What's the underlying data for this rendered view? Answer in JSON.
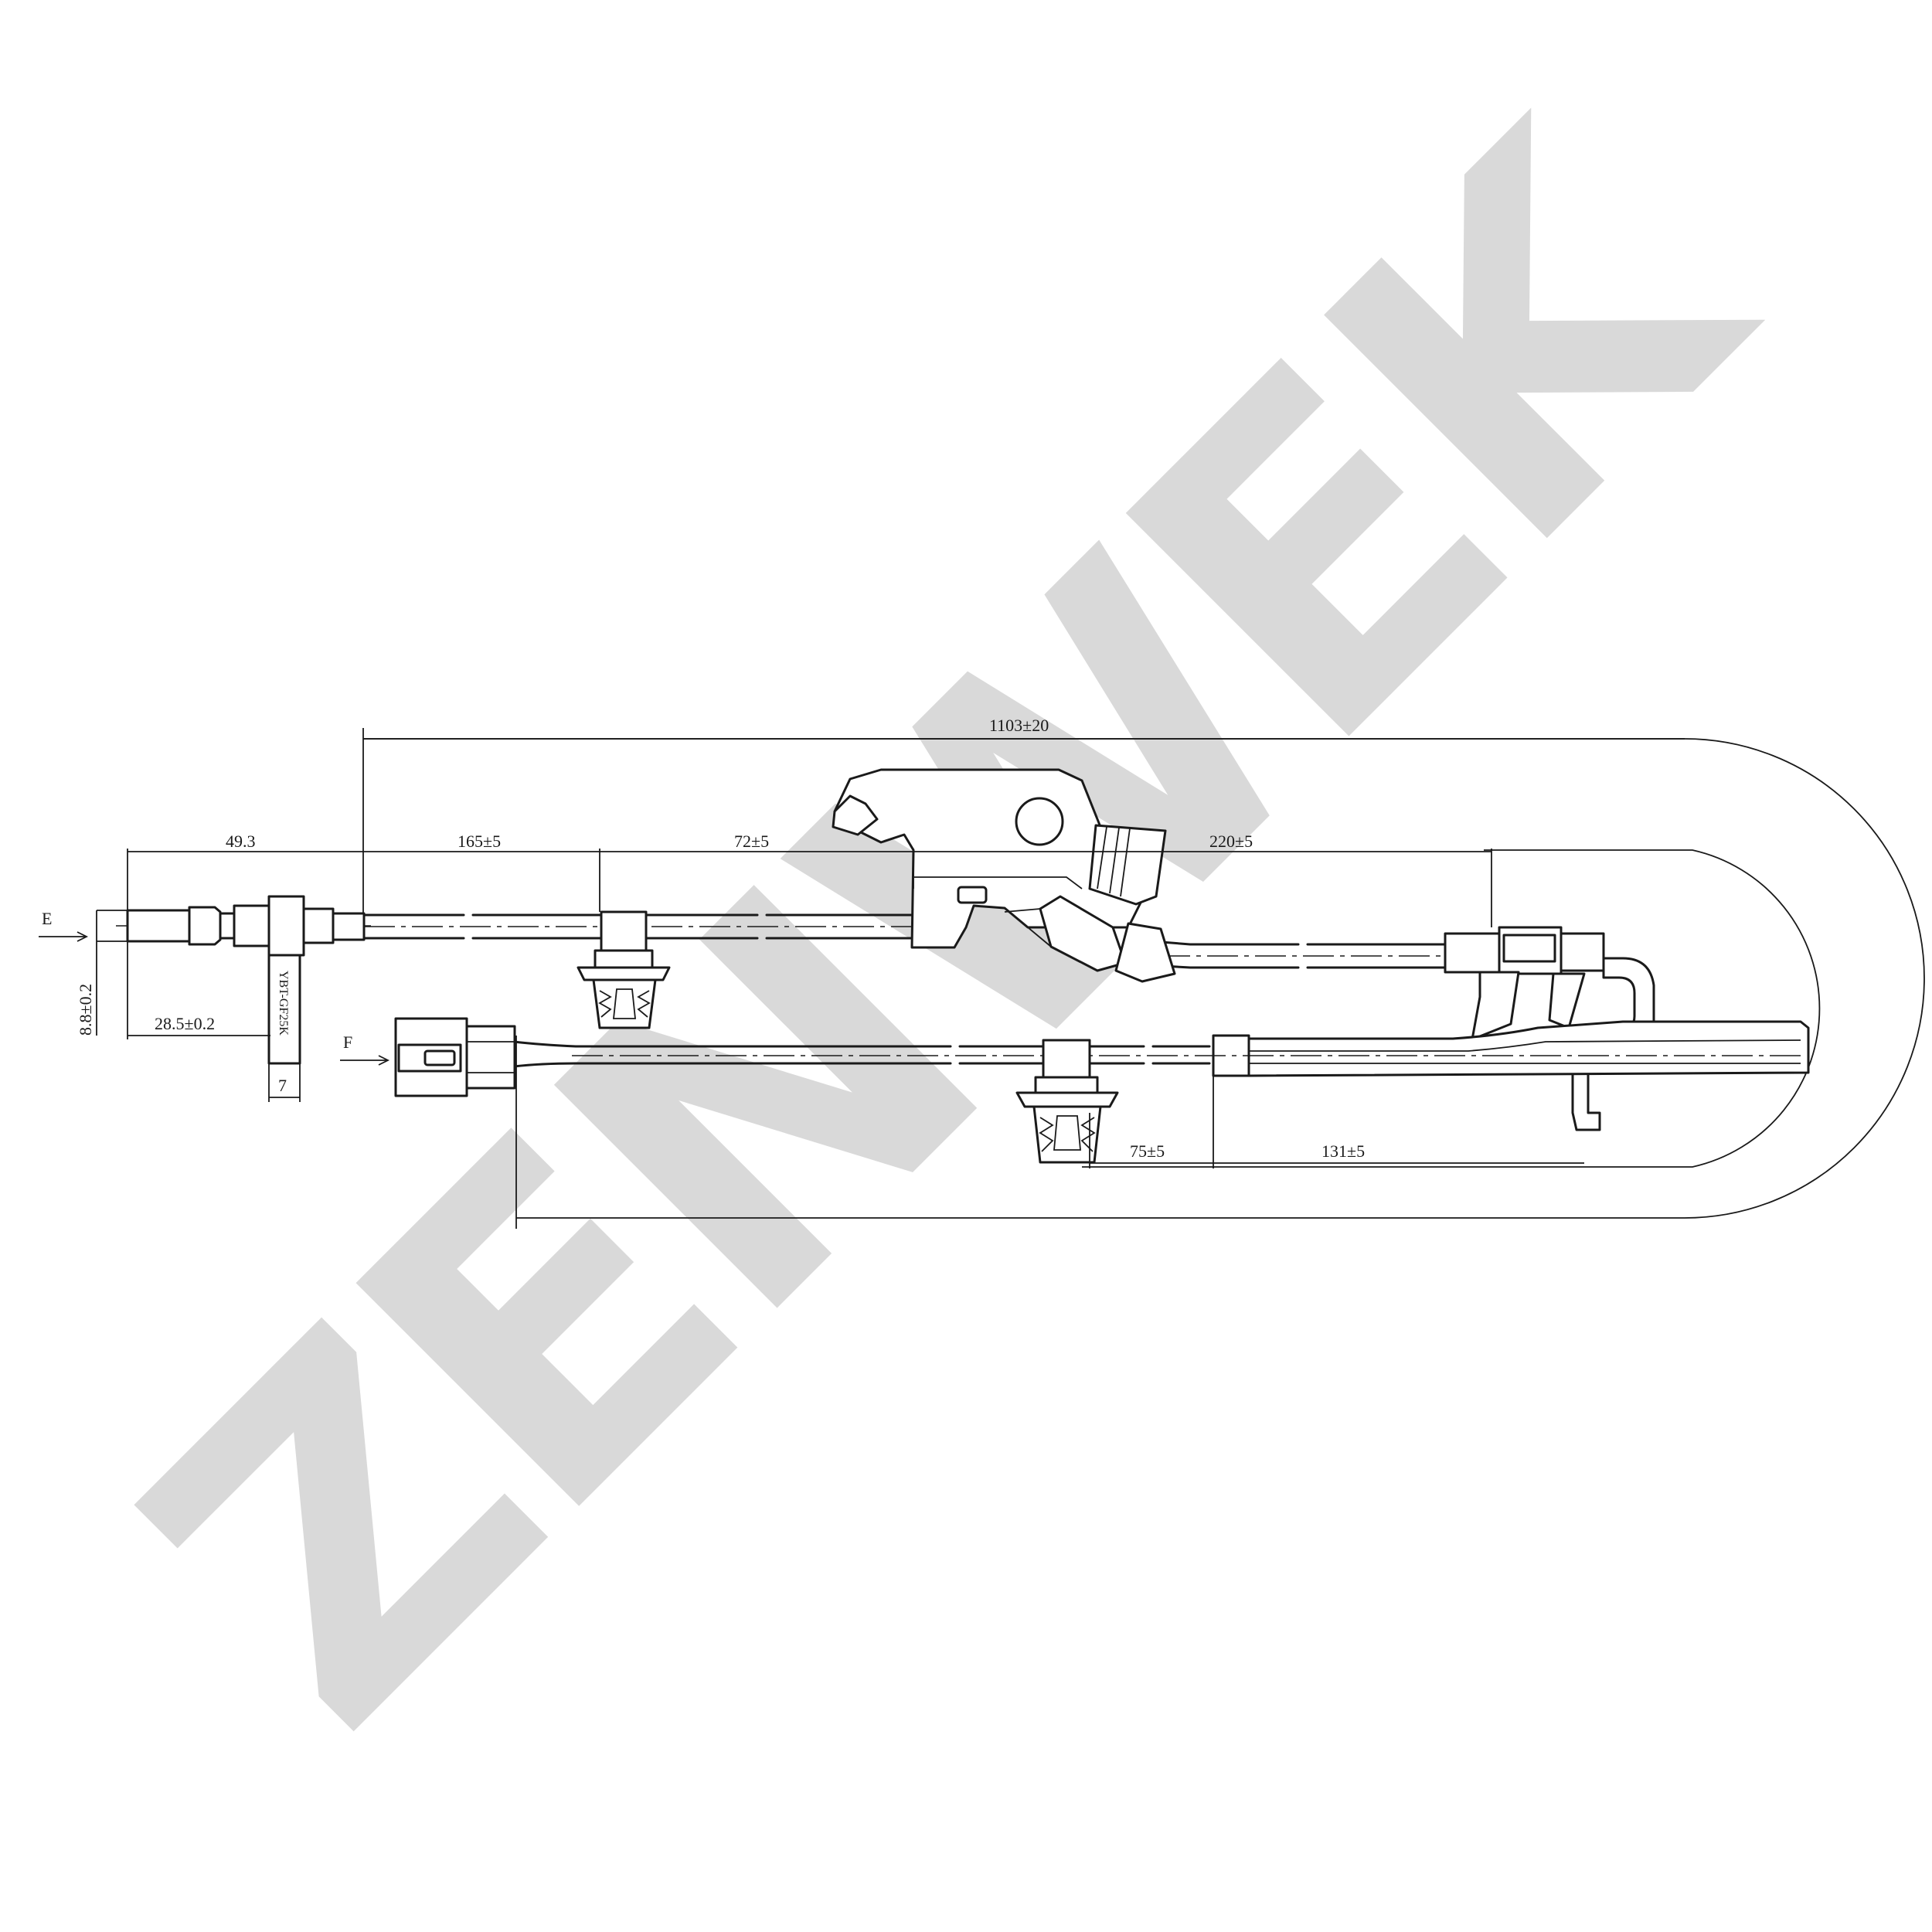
{
  "watermark": {
    "text": "ZENWEK",
    "color": "#d9d9d9"
  },
  "views": {
    "top_end": "E",
    "bottom_end": "F"
  },
  "part_marking": "YBT-GF25K",
  "dimensions": {
    "overall_length": "1103±20",
    "sensor_length": "49.3",
    "seg_1": "165±5",
    "seg_2": "72±5",
    "seg_3": "220±5",
    "sensor_diameter": "8.8±0.2",
    "tip_to_flange": "28.5±0.2",
    "flange_width": "7",
    "seg_4": "75±5",
    "seg_5": "131±5"
  },
  "colors": {
    "line": "#1a1a1a",
    "background": "#ffffff"
  }
}
